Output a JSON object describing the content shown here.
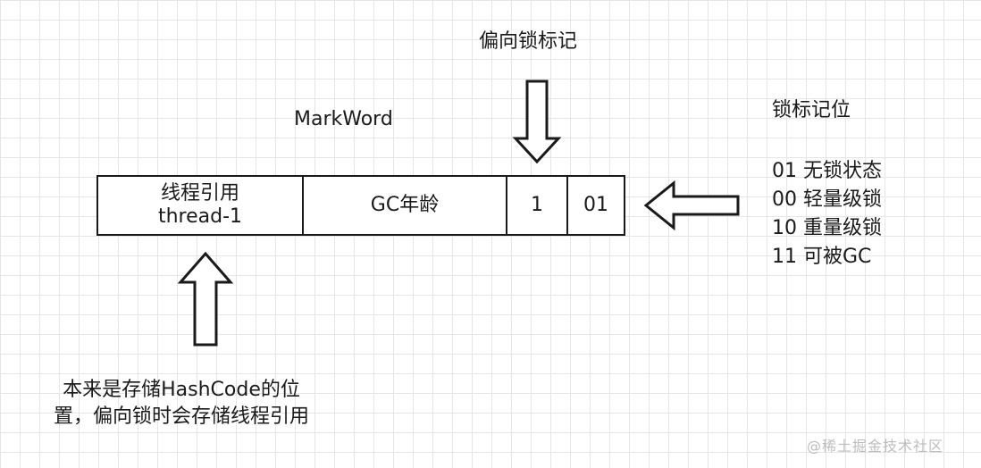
{
  "labels": {
    "biased_lock_flag": "偏向锁标记",
    "markword": "MarkWord"
  },
  "markword": {
    "cells": [
      {
        "line1": "线程引用",
        "line2": "thread-1"
      },
      {
        "line1": "GC年龄"
      },
      {
        "line1": "1"
      },
      {
        "line1": "01"
      }
    ]
  },
  "lock_bits": {
    "title": "锁标记位",
    "items": [
      "01 无锁状态",
      "00 轻量级锁",
      "10 重量级锁",
      "11 可被GC"
    ]
  },
  "note": {
    "line1": "本来是存储HashCode的位",
    "line2": "置，偏向锁时会存储线程引用"
  },
  "watermark": "@稀土掘金技术社区"
}
